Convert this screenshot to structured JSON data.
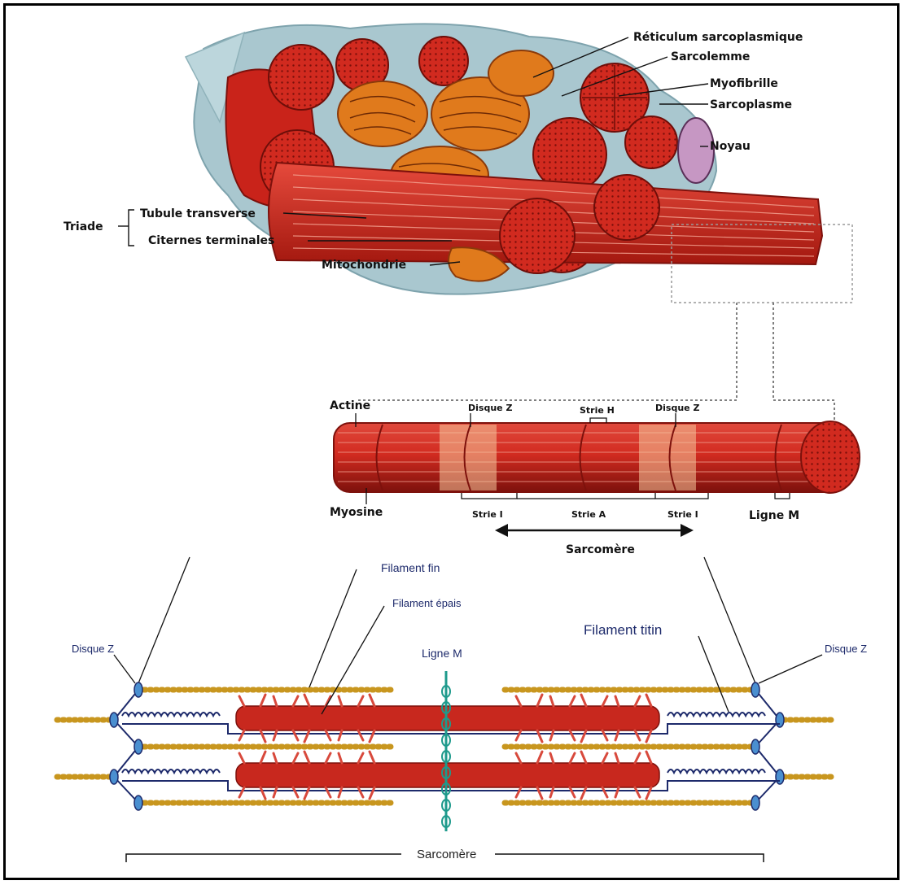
{
  "top_labels": {
    "reticulum": "Réticulum sarcoplasmique",
    "sarcolemme": "Sarcolemme",
    "myofibrille": "Myofibrille",
    "sarcoplasme": "Sarcoplasme",
    "noyau": "Noyau",
    "triade": "Triade",
    "tubule": "Tubule transverse",
    "citernes": "Citernes terminales",
    "mitochondrie": "Mitochondrie"
  },
  "middle_labels": {
    "actine": "Actine",
    "disque_z_left": "Disque Z",
    "strie_h": "Strie H",
    "disque_z_right": "Disque Z",
    "myosine": "Myosine",
    "strie_i_left": "Strie I",
    "strie_a": "Strie A",
    "strie_i_right": "Strie I",
    "ligne_m": "Ligne M",
    "sarcomere": "Sarcomère"
  },
  "bottom_labels": {
    "filament_fin": "Filament fin",
    "filament_epais": "Filament épais",
    "ligne_m": "Ligne M",
    "filament_titin": "Filament titin",
    "disque_z_left": "Disque Z",
    "disque_z_right": "Disque Z",
    "sarcomere": "Sarcomère"
  },
  "colors": {
    "muscle_red": "#c8281e",
    "muscle_dark": "#8a1410",
    "actin_gold": "#c8961e",
    "titin_blue": "#1d2a6b",
    "mline_teal": "#1e9a8c"
  }
}
